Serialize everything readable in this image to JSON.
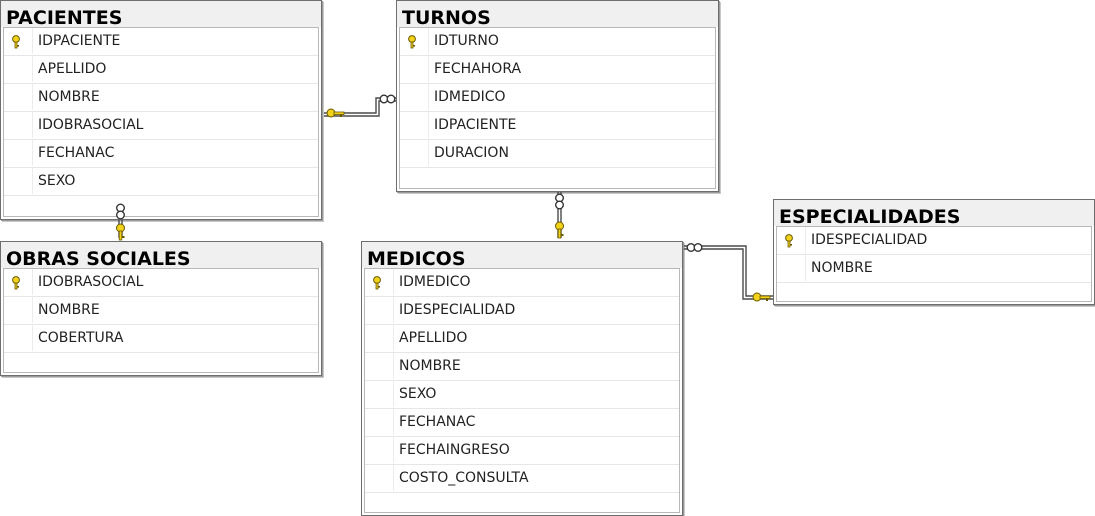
{
  "tables": {
    "pacientes": {
      "title": "PACIENTES",
      "columns": [
        "IDPACIENTE",
        "APELLIDO",
        "NOMBRE",
        "IDOBRASOCIAL",
        "FECHANAC",
        "SEXO"
      ],
      "primary_key": "IDPACIENTE"
    },
    "turnos": {
      "title": "TURNOS",
      "columns": [
        "IDTURNO",
        "FECHAHORA",
        "IDMEDICO",
        "IDPACIENTE",
        "DURACION"
      ],
      "primary_key": "IDTURNO"
    },
    "obras_sociales": {
      "title": "OBRAS SOCIALES",
      "columns": [
        "IDOBRASOCIAL",
        "NOMBRE",
        "COBERTURA"
      ],
      "primary_key": "IDOBRASOCIAL"
    },
    "medicos": {
      "title": "MEDICOS",
      "columns": [
        "IDMEDICO",
        "IDESPECIALIDAD",
        "APELLIDO",
        "NOMBRE",
        "SEXO",
        "FECHANAC",
        "FECHAINGRESO",
        "COSTO_CONSULTA"
      ],
      "primary_key": "IDMEDICO"
    },
    "especialidades": {
      "title": "ESPECIALIDADES",
      "columns": [
        "IDESPECIALIDAD",
        "NOMBRE"
      ],
      "primary_key": "IDESPECIALIDAD"
    }
  },
  "relationships": [
    {
      "one": "pacientes",
      "many": "turnos"
    },
    {
      "one": "obras_sociales",
      "many": "pacientes"
    },
    {
      "one": "medicos",
      "many": "turnos"
    },
    {
      "one": "especialidades",
      "many": "medicos"
    }
  ],
  "colors": {
    "key_icon": "#f2d21a",
    "key_outline": "#6b5a00",
    "connector": "#4a4a4a"
  },
  "icons": {
    "primary_key": "key-icon",
    "one_end": "key-icon",
    "many_end": "infinity-icon"
  }
}
